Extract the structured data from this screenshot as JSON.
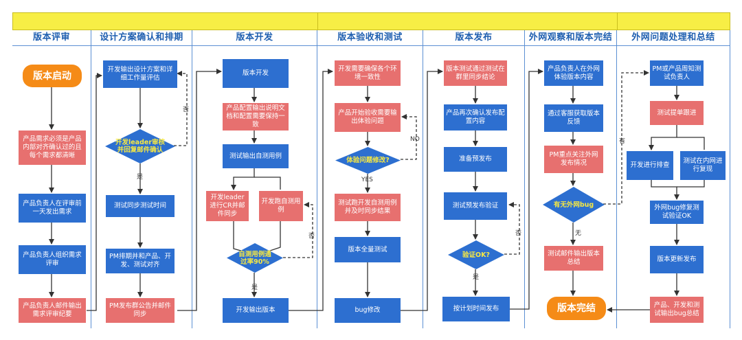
{
  "lanes": [
    {
      "title": "版本评审"
    },
    {
      "title": "设计方案确认和排期"
    },
    {
      "title": "版本开发"
    },
    {
      "title": "版本验收和测试"
    },
    {
      "title": "版本发布"
    },
    {
      "title": "外网观察和版本完结"
    },
    {
      "title": "外网问题处理和总结"
    }
  ],
  "nodes": {
    "start": "版本启动",
    "req_align": "产品需求必须是产品内部对齐确认过的且每个需求都清晰",
    "owner_pre": "产品负责人在评审前一天发出需求",
    "owner_review": "产品负责人组织需求评审",
    "owner_mail": "产品负责人邮件输出需求评审纪要",
    "dev_design": "开发输出设计方案和详细工作量评估",
    "leader_check": "开发leader审核并回复邮件确认",
    "test_sync": "测试同步测试时间",
    "pm_schedule": "PM排期并和产品、开发、测试对齐",
    "pm_notice": "PM发布群公告并邮件同步",
    "dev_start": "版本开发",
    "prod_config": "产品配置输出说明文档和配置需要保持一致",
    "test_case": "测试输出自测用例",
    "leader_cr": "开发leader进行CR并邮件同步",
    "dev_selftest": "开发跑自测用例",
    "pass_rate": "自测用例通过率90%",
    "dev_output": "开发输出版本",
    "env_check": "开发需要确保各个环境一致性",
    "accept": "产品开始验收需要输出体验问题",
    "exp_issue": "体验问题修改?",
    "test_run": "测试跑开发自测用例并及时同步结果",
    "full_test": "版本全量测试",
    "bug_fix": "bug修改",
    "test_pass": "版本测试通过测试在群里同步结论",
    "reconfirm": "产品再次确认发布配置内容",
    "pre_release": "准备预发布",
    "pre_verify": "测试预发布验证",
    "verify_ok": "验证OK?",
    "release": "按计划时间发布",
    "owner_exp": "产品负责人在外网体验版本内容",
    "cs_feedback": "通过客服获取版本反馈",
    "pm_watch": "PM重点关注外网发布情况",
    "has_bug": "有无外网bug",
    "test_mail": "测试邮件输出版本总结",
    "done": "版本完结",
    "notify": "PM或产品周知测试负责人",
    "track": "测试提单跟进",
    "dev_check": "开发进行排查",
    "repro": "测试在内网进行复现",
    "bug_fixed": "外网bug修复测试验证OK",
    "update": "版本更新发布",
    "summary": "产品、开发和测试输出bug总结"
  },
  "labels": {
    "no1": "否",
    "yes1": "是",
    "no2": "否",
    "yes2": "是",
    "no3": "NO",
    "yes3": "YES",
    "no4": "否",
    "yes4": "是",
    "have": "有",
    "none": "无"
  },
  "colors": {
    "red": "#e7706f",
    "blue": "#2d6fd0",
    "orange": "#f58b17",
    "yellow": "#f7ee45",
    "lane_line": "#5b8fd3"
  }
}
